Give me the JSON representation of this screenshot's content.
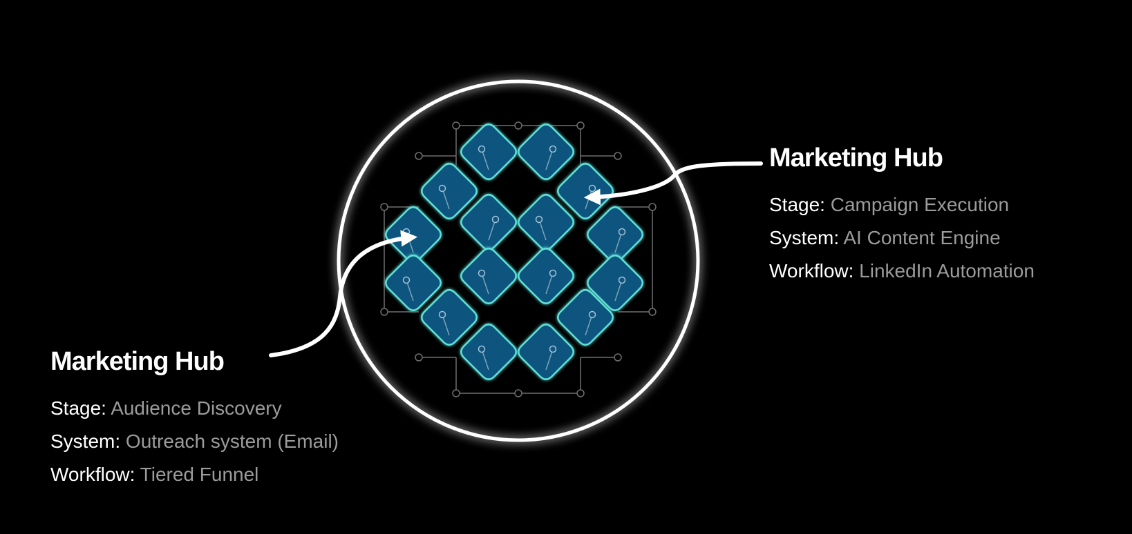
{
  "callouts": [
    {
      "title": "Marketing Hub",
      "rows": [
        {
          "label": "Stage:",
          "value": "Campaign Execution"
        },
        {
          "label": "System:",
          "value": "AI Content Engine"
        },
        {
          "label": "Workflow:",
          "value": "LinkedIn Automation"
        }
      ]
    },
    {
      "title": "Marketing Hub",
      "rows": [
        {
          "label": "Stage:",
          "value": "Audience Discovery"
        },
        {
          "label": "System:",
          "value": "Outreach system (Email)"
        },
        {
          "label": "Workflow:",
          "value": "Tiered Funnel"
        }
      ]
    }
  ],
  "colors": {
    "background": "#000000",
    "tile_fill": "#11547e",
    "tile_edge": "#5fe0d7",
    "ring": "#ffffff",
    "label_text": "#ffffff",
    "value_text": "#9c9c9c"
  },
  "icons": [
    "hub-ring",
    "module-tile-grid",
    "arrow-pointer"
  ]
}
